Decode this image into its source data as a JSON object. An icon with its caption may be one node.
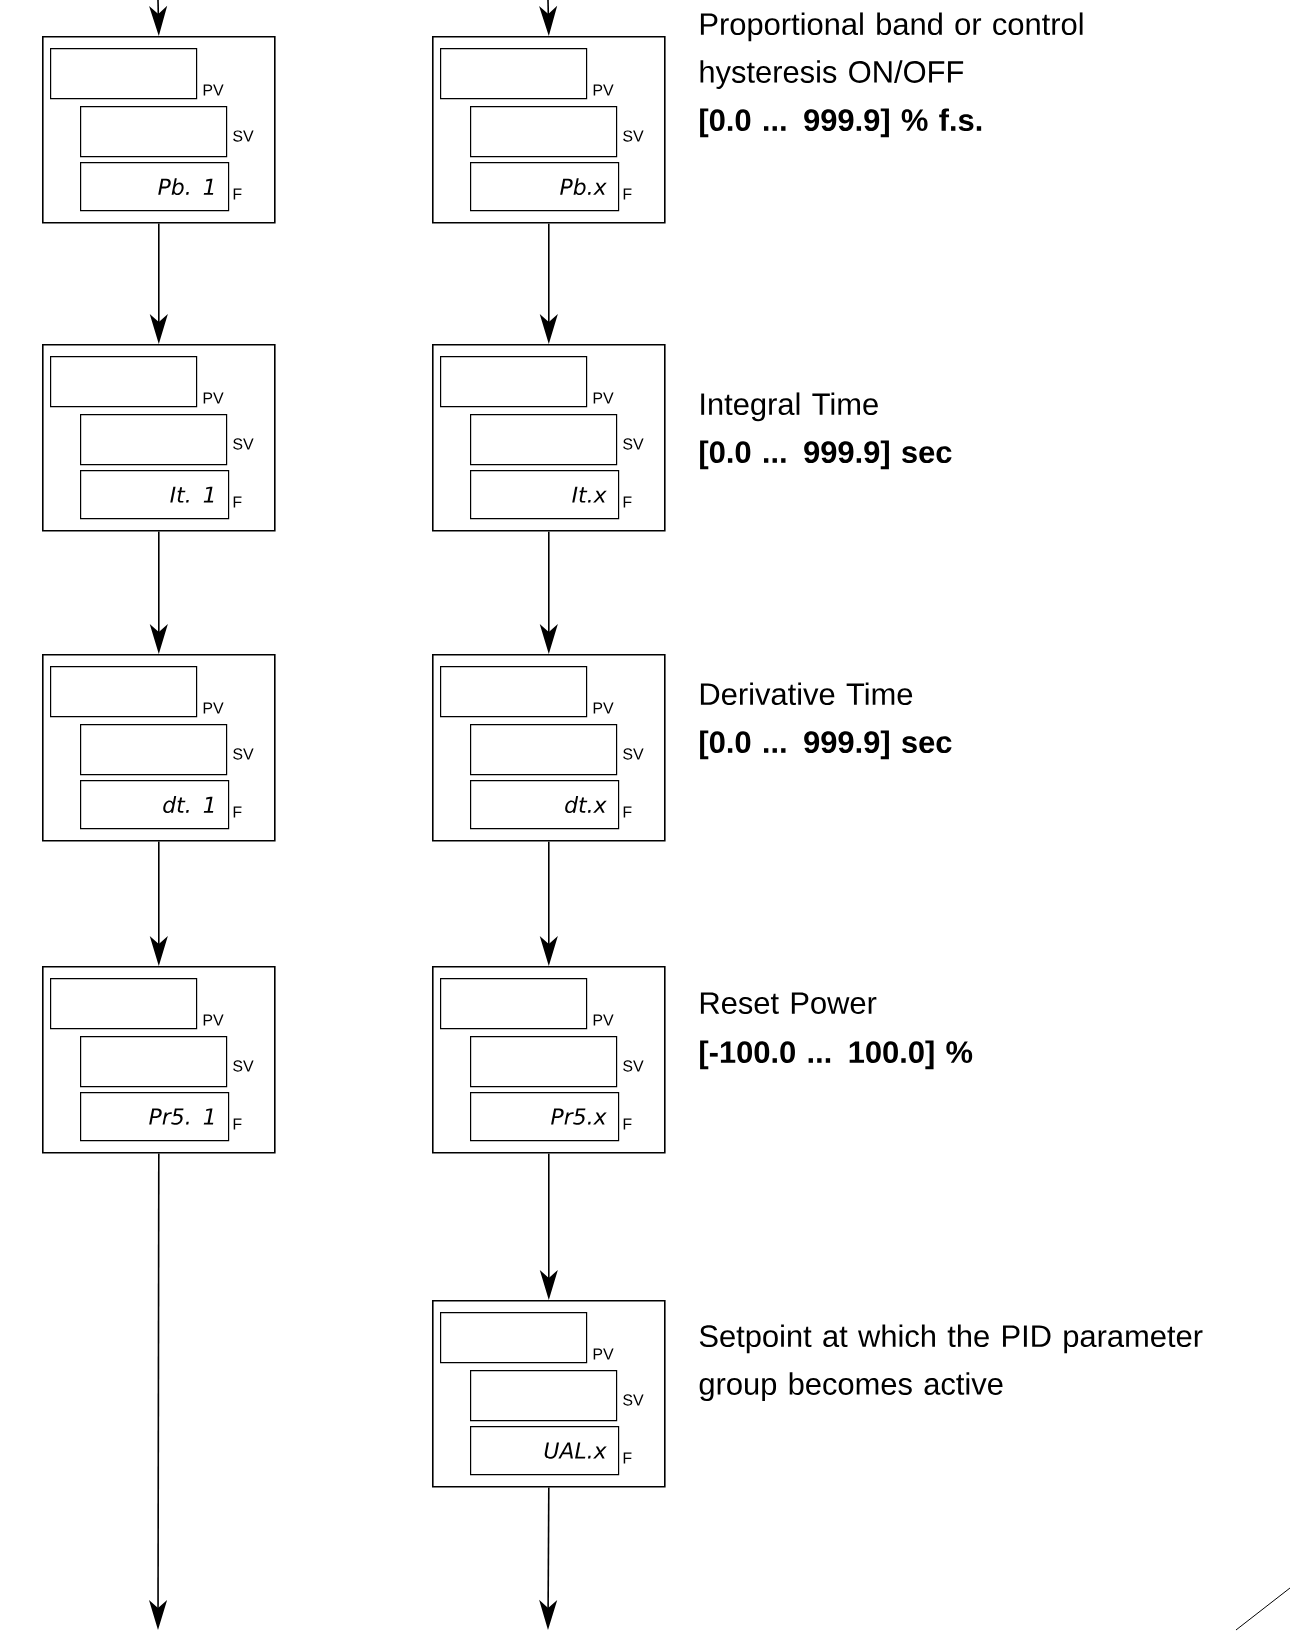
{
  "diagram": {
    "nodes": [
      {
        "text": [
          "PV",
          "SV",
          "F"
        ]
      },
      {
        "text": [],
        "shape": "box",
        "in": 0
      },
      {
        "text": [],
        "shape": "box",
        "in": 0
      },
      {
        "text": [
          "Pb. 1"
        ],
        "in": 0
      },
      {
        "text": [
          "PV",
          "SV",
          "F"
        ],
        "beside": [
          "Proportional band or control hysteresis ON/OFF",
          "[0.0 ... 999.9] % f.s."
        ]
      },
      {
        "text": [],
        "shape": "box",
        "in": 4
      },
      {
        "text": [],
        "shape": "box",
        "in": 4
      },
      {
        "text": [
          "Pb.x"
        ],
        "in": 4
      },
      {
        "text": [
          "PV",
          "SV",
          "F"
        ]
      },
      {
        "text": [],
        "shape": "box",
        "in": 8
      },
      {
        "text": [],
        "shape": "box",
        "in": 8
      },
      {
        "text": [
          "It. 1"
        ],
        "in": 8
      },
      {
        "text": [
          "PV",
          "SV",
          "F"
        ],
        "beside": [
          "Integral Time",
          "[0.0 ... 999.9] sec"
        ]
      },
      {
        "text": [],
        "shape": "box",
        "in": 12
      },
      {
        "text": [],
        "shape": "box",
        "in": 12
      },
      {
        "text": [
          "It.x"
        ],
        "in": 12
      },
      {
        "text": [
          "PV",
          "SV",
          "F"
        ]
      },
      {
        "text": [],
        "shape": "box",
        "in": 16
      },
      {
        "text": [],
        "shape": "box",
        "in": 16
      },
      {
        "text": [
          "dt. 1"
        ],
        "in": 16
      },
      {
        "text": [
          "PV",
          "SV",
          "F"
        ],
        "beside": [
          "Derivative Time",
          "[0.0 ... 999.9] sec"
        ]
      },
      {
        "text": [],
        "shape": "box",
        "in": 20
      },
      {
        "text": [],
        "shape": "box",
        "in": 20
      },
      {
        "text": [
          "dt.x"
        ],
        "in": 20
      },
      {
        "text": [
          "PV",
          "SV",
          "F"
        ]
      },
      {
        "text": [],
        "shape": "box",
        "in": 24
      },
      {
        "text": [],
        "shape": "box",
        "in": 24
      },
      {
        "text": [
          "Pr5. 1"
        ],
        "in": 24
      },
      {
        "text": [
          "PV",
          "SV",
          "F"
        ],
        "beside": [
          "Reset Power",
          "[-100.0 ... 100.0] %"
        ]
      },
      {
        "text": [],
        "shape": "box",
        "in": 28
      },
      {
        "text": [],
        "shape": "box",
        "in": 28
      },
      {
        "text": [
          "Pr5.x"
        ],
        "in": 28
      },
      {
        "text": [
          "PV",
          "SV",
          "F"
        ],
        "beside": [
          "Setpoint at which the PID parameter group becomes active"
        ]
      },
      {
        "text": [],
        "shape": "box",
        "in": 32
      },
      {
        "text": [],
        "shape": "box",
        "in": 32
      },
      {
        "text": [
          "UAL.x"
        ],
        "in": 32
      }
    ],
    "edges": [
      {
        "from": null,
        "to": 0,
        "arrow": "to"
      },
      {
        "from": null,
        "to": 4,
        "arrow": "to"
      },
      {
        "from": 0,
        "to": 8,
        "arrow": "to"
      },
      {
        "from": 4,
        "to": 12,
        "arrow": "to"
      },
      {
        "from": 8,
        "to": 16,
        "arrow": "to"
      },
      {
        "from": 12,
        "to": 20,
        "arrow": "to"
      },
      {
        "from": 16,
        "to": 24,
        "arrow": "to"
      },
      {
        "from": 20,
        "to": 28,
        "arrow": "to"
      },
      {
        "from": 28,
        "to": 32,
        "arrow": "to"
      },
      {
        "from": 24,
        "to": null,
        "arrow": "to"
      },
      {
        "from": 32,
        "to": null,
        "arrow": "to"
      }
    ]
  }
}
